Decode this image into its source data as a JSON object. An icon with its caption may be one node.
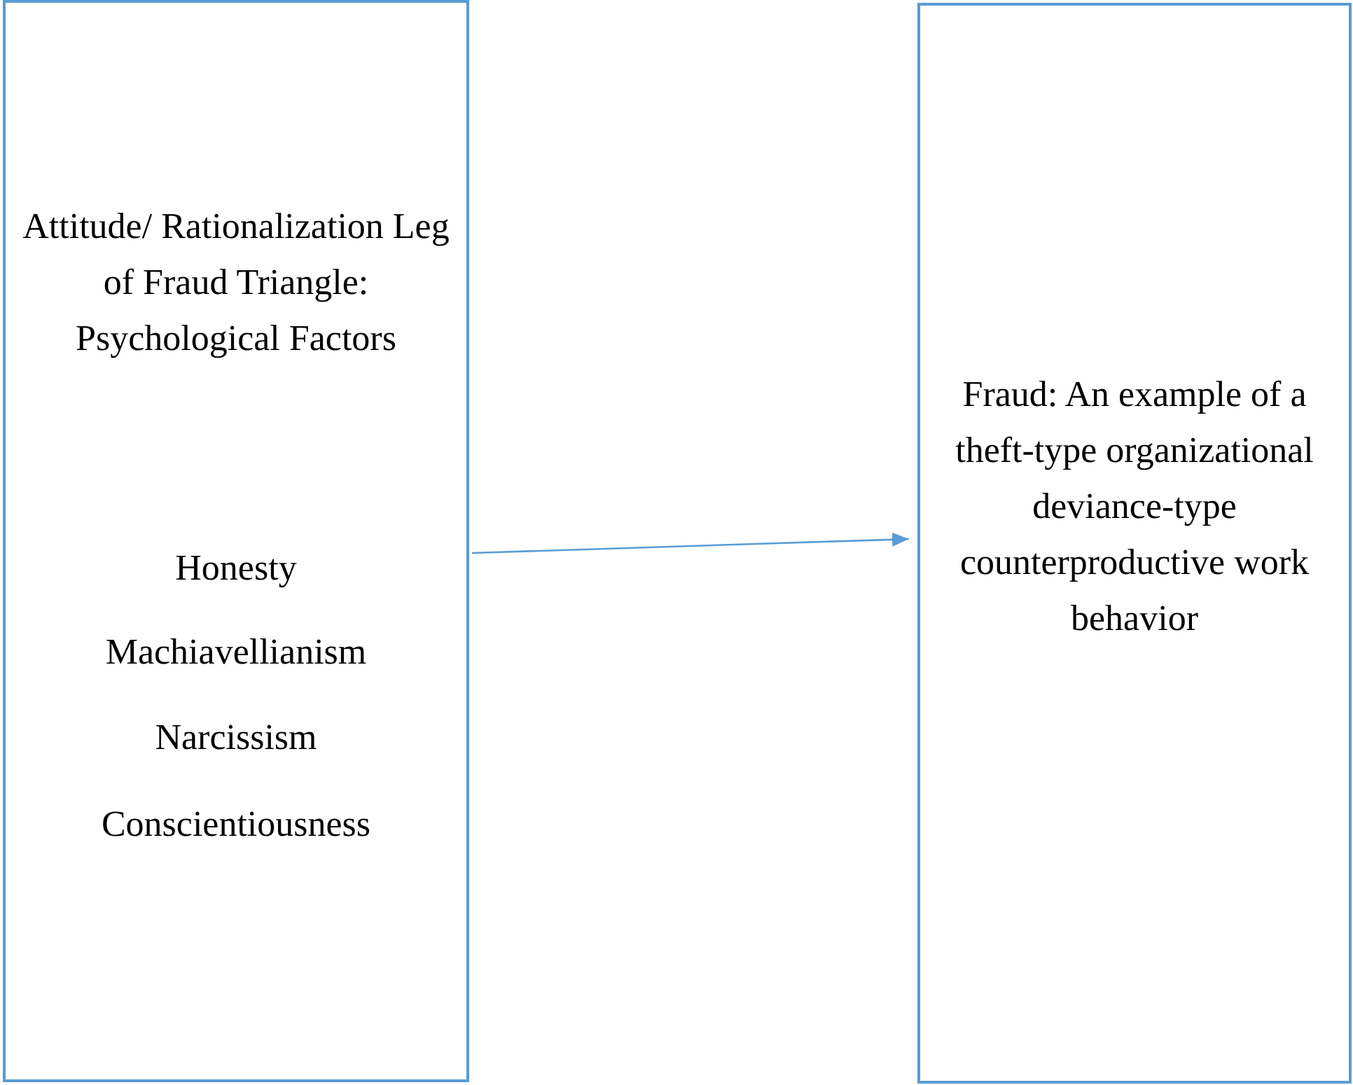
{
  "diagram": {
    "nodes": [
      {
        "text": [
          "Attitude/ Rationalization Leg of Fraud Triangle: Psychological Factors",
          "Honesty",
          "Machiavellianism",
          "Narcissism",
          "Conscientiousness"
        ]
      },
      {
        "text": [
          "Fraud: An example of a theft-type organizational deviance-type counterproductive work behavior"
        ]
      }
    ],
    "edges": [
      {
        "from": 0,
        "to": 1,
        "arrow": "to"
      }
    ]
  }
}
